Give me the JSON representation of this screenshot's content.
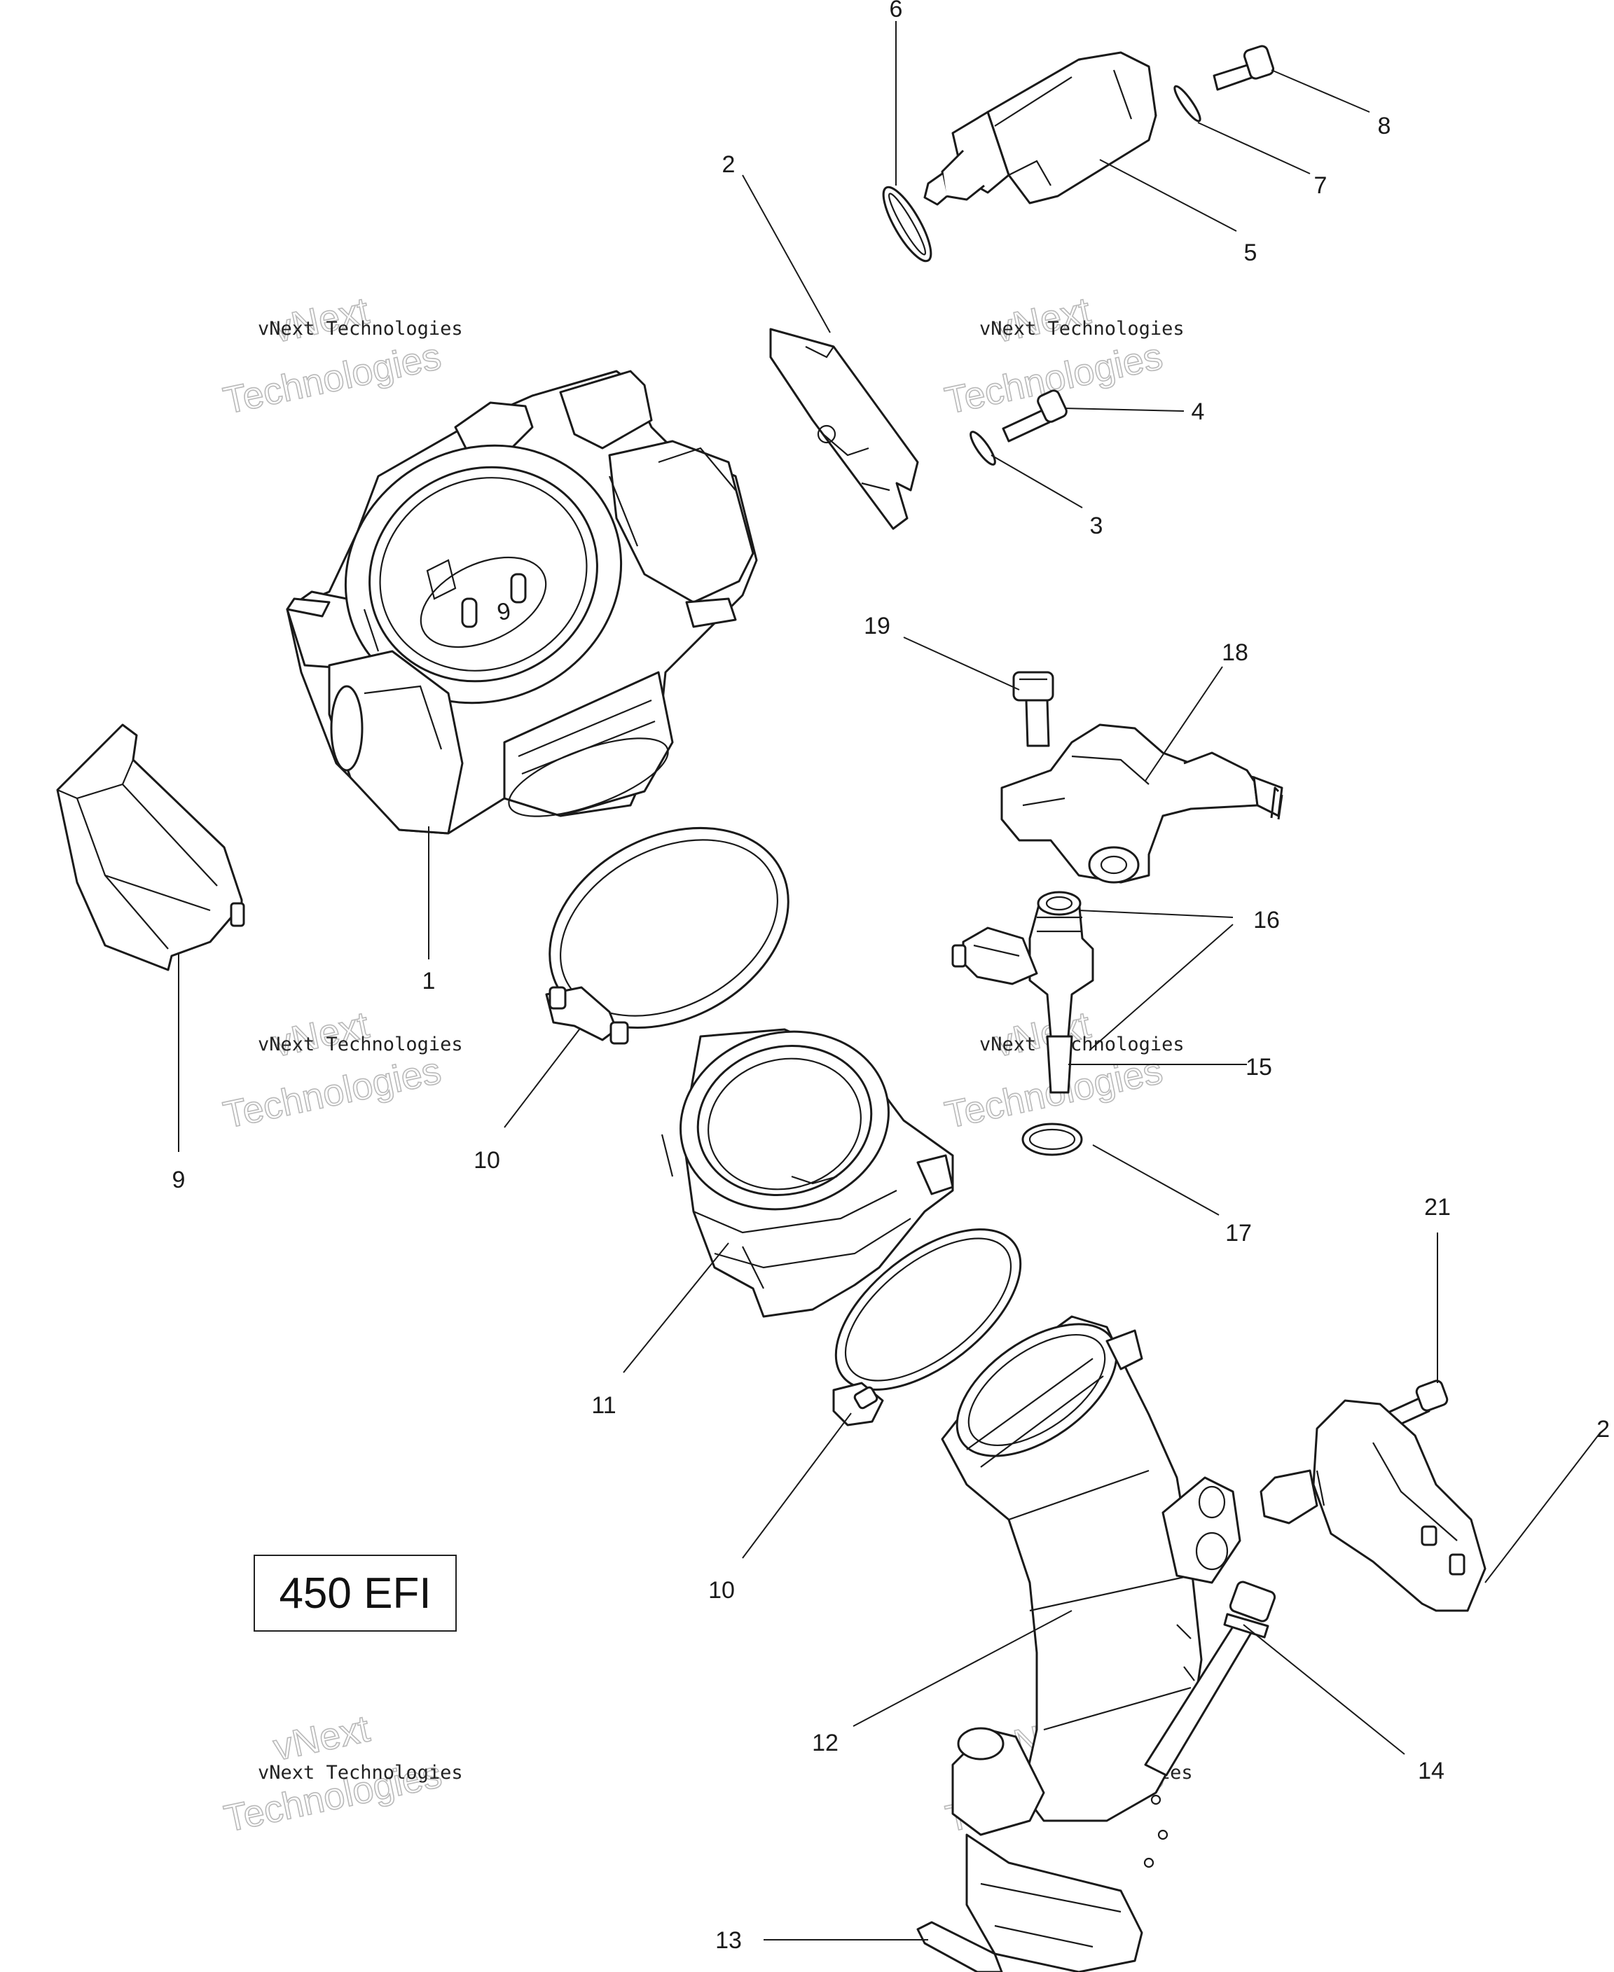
{
  "model_label": "450 EFI",
  "watermark": {
    "line1": "vNext Technologies",
    "big_top": "vNext",
    "big_bottom": "Technologies"
  },
  "callouts": [
    {
      "id": "c1",
      "text": "1"
    },
    {
      "id": "c2a",
      "text": "2"
    },
    {
      "id": "c2b",
      "text": "2"
    },
    {
      "id": "c3",
      "text": "3"
    },
    {
      "id": "c4",
      "text": "4"
    },
    {
      "id": "c5",
      "text": "5"
    },
    {
      "id": "c6",
      "text": "6"
    },
    {
      "id": "c7",
      "text": "7"
    },
    {
      "id": "c8",
      "text": "8"
    },
    {
      "id": "c9",
      "text": "9"
    },
    {
      "id": "c10a",
      "text": "10"
    },
    {
      "id": "c10b",
      "text": "10"
    },
    {
      "id": "c11",
      "text": "11"
    },
    {
      "id": "c12",
      "text": "12"
    },
    {
      "id": "c13",
      "text": "13"
    },
    {
      "id": "c14",
      "text": "14"
    },
    {
      "id": "c15",
      "text": "15"
    },
    {
      "id": "c16",
      "text": "16"
    },
    {
      "id": "c17",
      "text": "17"
    },
    {
      "id": "c18",
      "text": "18"
    },
    {
      "id": "c19",
      "text": "19"
    },
    {
      "id": "c21",
      "text": "21"
    }
  ]
}
